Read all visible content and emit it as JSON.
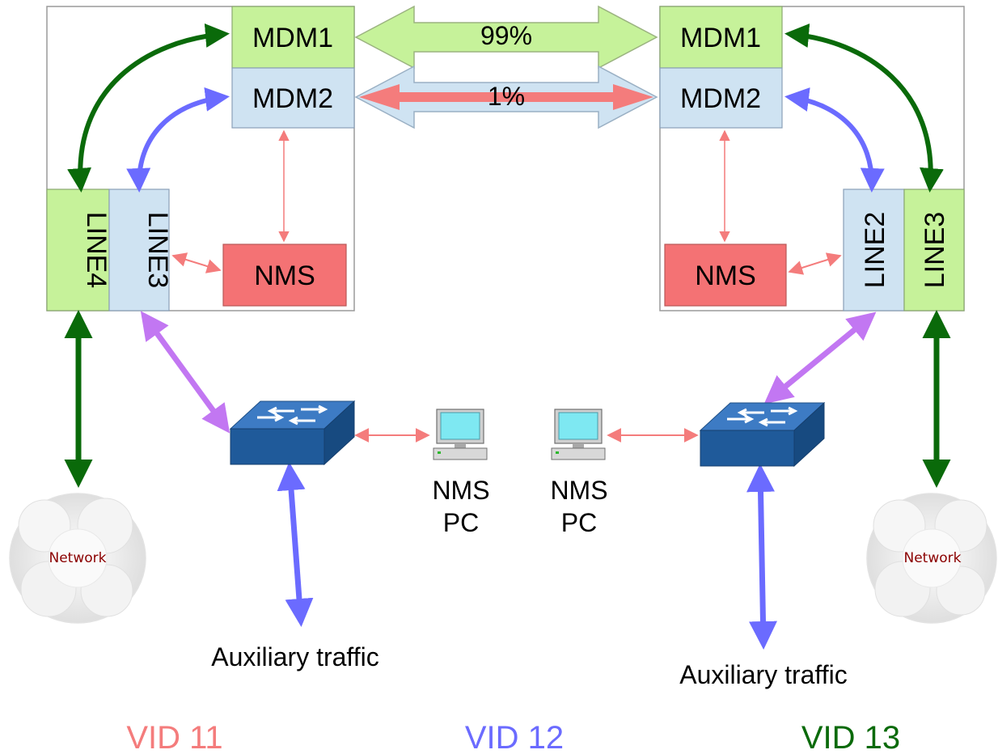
{
  "left": {
    "mdm1": "MDM1",
    "mdm2": "MDM2",
    "line_a": "LINE4",
    "line_b": "LINE3",
    "nms": "NMS",
    "pc_line1": "NMS",
    "pc_line2": "PC",
    "network": "Network",
    "aux": "Auxiliary traffic"
  },
  "right": {
    "mdm1": "MDM1",
    "mdm2": "MDM2",
    "line_a": "LINE2",
    "line_b": "LINE3",
    "nms": "NMS",
    "pc_line1": "NMS",
    "pc_line2": "PC",
    "network": "Network",
    "aux": "Auxiliary traffic"
  },
  "link": {
    "top_pct": "99%",
    "bottom_pct": "1%"
  },
  "legend": [
    {
      "label": "VID 11",
      "color": "#f47c7c"
    },
    {
      "label": "VID 12",
      "color": "#6b6bff"
    },
    {
      "label": "VID 13",
      "color": "#0a6a0a"
    }
  ],
  "colors": {
    "green_box": "#c6f29a",
    "blue_box": "#cfe3f2",
    "nms_box": "#f47274",
    "dark_green": "#0a6a0a",
    "blue_arrow": "#6b6bff",
    "purple_arrow": "#c277f2",
    "pink_arrow": "#f47c7c"
  }
}
